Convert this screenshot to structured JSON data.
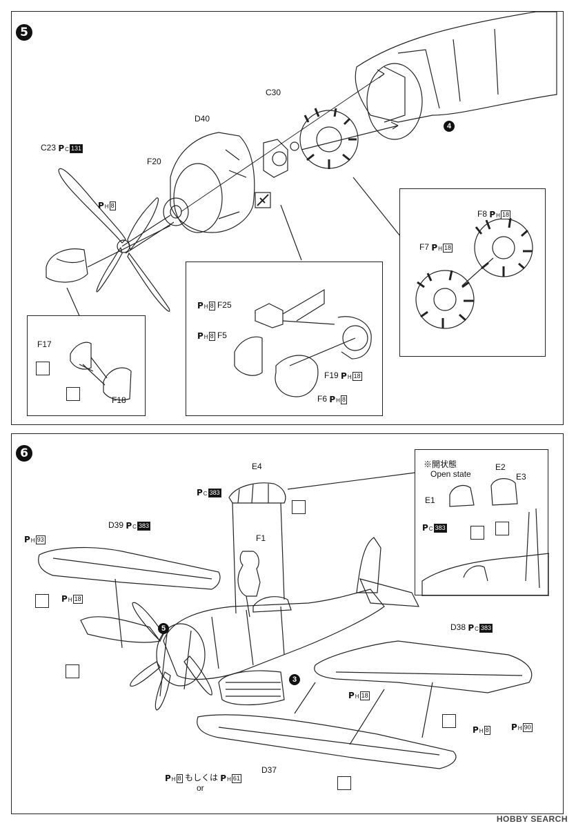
{
  "step5": {
    "number": "5",
    "ref_step": "4",
    "labels": {
      "c30": "C30",
      "d40": "D40",
      "c23": "C23",
      "f20": "F20",
      "f17": "F17",
      "f18": "F18",
      "f25": "F25",
      "f5": "F5",
      "f19": "F19",
      "f6": "F6",
      "f8": "F8",
      "f7": "F7"
    },
    "paints": {
      "c23": {
        "letter": "P",
        "sub": "C",
        "num": "131",
        "dark": true
      },
      "prop_hub": {
        "letter": "P",
        "sub": "H",
        "num": "8",
        "dark": false
      },
      "f25": {
        "letter": "P",
        "sub": "H",
        "num": "8",
        "dark": false
      },
      "f5": {
        "letter": "P",
        "sub": "H",
        "num": "8",
        "dark": false
      },
      "f19": {
        "letter": "P",
        "sub": "H",
        "num": "18",
        "dark": false
      },
      "f6": {
        "letter": "P",
        "sub": "H",
        "num": "8",
        "dark": false
      },
      "f8": {
        "letter": "P",
        "sub": "H",
        "num": "18",
        "dark": false
      },
      "f7": {
        "letter": "P",
        "sub": "H",
        "num": "18",
        "dark": false
      }
    }
  },
  "step6": {
    "number": "6",
    "ref_step5": "5",
    "ref_step3": "3",
    "open_state_jp": "※開状態",
    "open_state_en": "Open state",
    "labels": {
      "e4": "E4",
      "e2": "E2",
      "e3": "E3",
      "e1": "E1",
      "d39": "D39",
      "f1": "F1",
      "d38": "D38",
      "d37": "D37",
      "or_jp": "もしくは",
      "or_en": "or"
    },
    "paints": {
      "e4": {
        "letter": "P",
        "sub": "C",
        "num": "383",
        "dark": true
      },
      "e1": {
        "letter": "P",
        "sub": "C",
        "num": "383",
        "dark": true
      },
      "d39": {
        "letter": "P",
        "sub": "C",
        "num": "383",
        "dark": true
      },
      "wingtip_left": {
        "letter": "P",
        "sub": "H",
        "num": "93",
        "dark": false
      },
      "gun_left": {
        "letter": "P",
        "sub": "H",
        "num": "18",
        "dark": false
      },
      "d38": {
        "letter": "P",
        "sub": "C",
        "num": "383",
        "dark": true
      },
      "gun_right": {
        "letter": "P",
        "sub": "H",
        "num": "18",
        "dark": false
      },
      "pitot": {
        "letter": "P",
        "sub": "H",
        "num": "8",
        "dark": false
      },
      "wingtip_right": {
        "letter": "P",
        "sub": "H",
        "num": "90",
        "dark": false
      },
      "prop_a": {
        "letter": "P",
        "sub": "H",
        "num": "8",
        "dark": false
      },
      "prop_b": {
        "letter": "P",
        "sub": "H",
        "num": "61",
        "dark": false
      }
    }
  },
  "watermark": "HOBBY SEARCH"
}
